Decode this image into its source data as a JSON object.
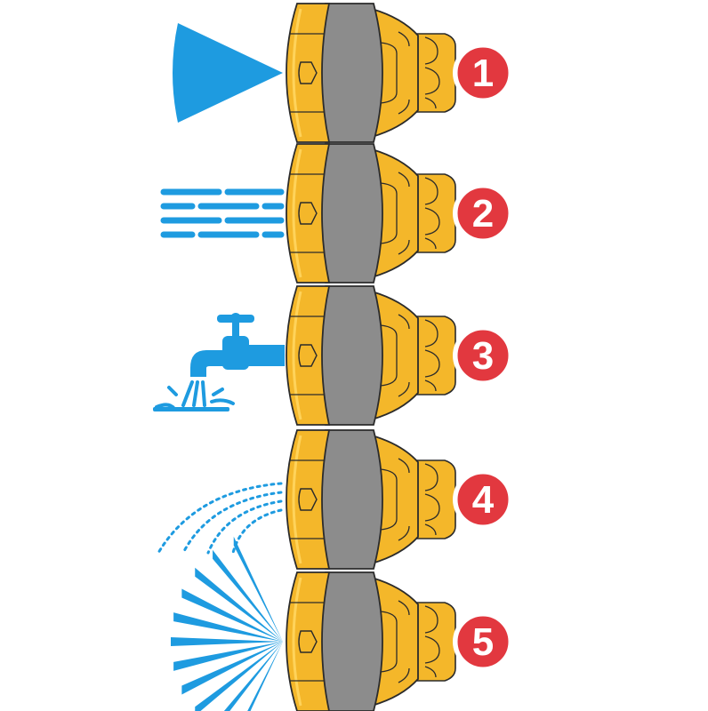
{
  "items": [
    {
      "number": "1",
      "pattern": "jet-cone"
    },
    {
      "number": "2",
      "pattern": "stream-dashes"
    },
    {
      "number": "3",
      "pattern": "tap-flow"
    },
    {
      "number": "4",
      "pattern": "mist-arcs"
    },
    {
      "number": "5",
      "pattern": "fan-spray"
    }
  ],
  "colors": {
    "nozzle_yellow": "#f4b72a",
    "nozzle_yellow_light": "#ffd35a",
    "nozzle_gray": "#8c8c8c",
    "badge_red": "#e2383f",
    "water_blue": "#1e9be0",
    "outline": "#2b2b2b",
    "background": "#ffffff"
  }
}
